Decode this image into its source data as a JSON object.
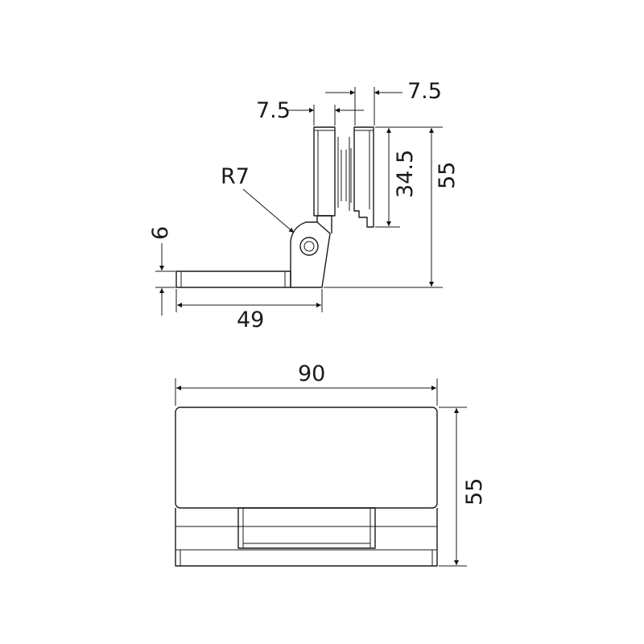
{
  "side_view": {
    "dim_top_right": "7.5",
    "dim_top_left": "7.5",
    "dim_inner_height": "34.5",
    "dim_total_height": "55",
    "dim_radius": "R7",
    "dim_plate_thickness": "6",
    "dim_plate_length": "49"
  },
  "front_view": {
    "dim_width": "90",
    "dim_height": "55"
  },
  "colors": {
    "line": "#1a1a1a",
    "background": "#ffffff"
  }
}
